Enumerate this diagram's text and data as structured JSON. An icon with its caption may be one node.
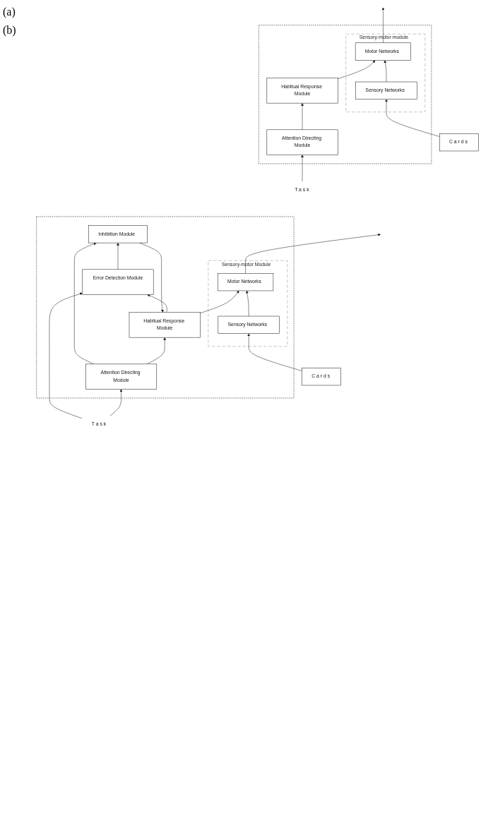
{
  "diagram": {
    "nodes": [
      {
        "text": [],
        "shape": "box"
      },
      {
        "text": [
          "Sensory-motor module"
        ],
        "in": 0
      },
      {
        "text": [
          "Sensory Networks"
        ],
        "in": 1
      },
      {
        "text": [
          "Motor Networks"
        ],
        "in": 1
      },
      {
        "text": [
          "Habitual Response Module"
        ],
        "in": 0
      },
      {
        "text": [
          "Attention Directing Module"
        ],
        "in": 0
      },
      {
        "text": [
          "C a r d s"
        ]
      },
      {
        "text": [
          "T a s k"
        ]
      },
      {
        "text": [],
        "shape": "box"
      },
      {
        "text": [
          "Sensory-motor Module"
        ],
        "in": 8
      },
      {
        "text": [
          "Sensory Networks"
        ],
        "in": 9
      },
      {
        "text": [
          "Motor Networks"
        ],
        "in": 9
      },
      {
        "text": [
          "Habitual Response Module"
        ],
        "in": 8
      },
      {
        "text": [
          "Inhibition Module"
        ],
        "in": 8
      },
      {
        "text": [
          "Error Detection Module"
        ],
        "in": 8
      },
      {
        "text": [
          "Attention Directing Module"
        ],
        "in": 8
      },
      {
        "text": [
          "C a r d s"
        ]
      },
      {
        "text": [
          "T a s k"
        ]
      }
    ],
    "edges": [
      {
        "from": 2,
        "to": 3,
        "arrow": "to"
      },
      {
        "from": 6,
        "to": 2,
        "arrow": "to"
      },
      {
        "from": 7,
        "to": 5,
        "arrow": "to"
      },
      {
        "from": 5,
        "to": 4,
        "arrow": "to"
      },
      {
        "from": 4,
        "to": 3,
        "arrow": "to"
      },
      {
        "from": 3,
        "to": null,
        "arrow": "to"
      },
      {
        "from": 10,
        "to": 11,
        "arrow": "to"
      },
      {
        "from": 16,
        "to": 10,
        "arrow": "to"
      },
      {
        "from": 11,
        "to": null,
        "arrow": "to"
      },
      {
        "from": 12,
        "to": 11,
        "arrow": "to"
      },
      {
        "from": 12,
        "to": 14,
        "arrow": "to"
      },
      {
        "from": 14,
        "to": 13,
        "arrow": "to"
      },
      {
        "from": 13,
        "to": 12,
        "arrow": "to"
      },
      {
        "from": 15,
        "to": 12,
        "arrow": "to"
      },
      {
        "from": 15,
        "to": 13,
        "arrow": "to"
      },
      {
        "from": 17,
        "to": 15,
        "arrow": "to"
      },
      {
        "from": 17,
        "to": 14,
        "arrow": "to"
      }
    ],
    "labels": [
      "(a)",
      "(b)"
    ]
  }
}
